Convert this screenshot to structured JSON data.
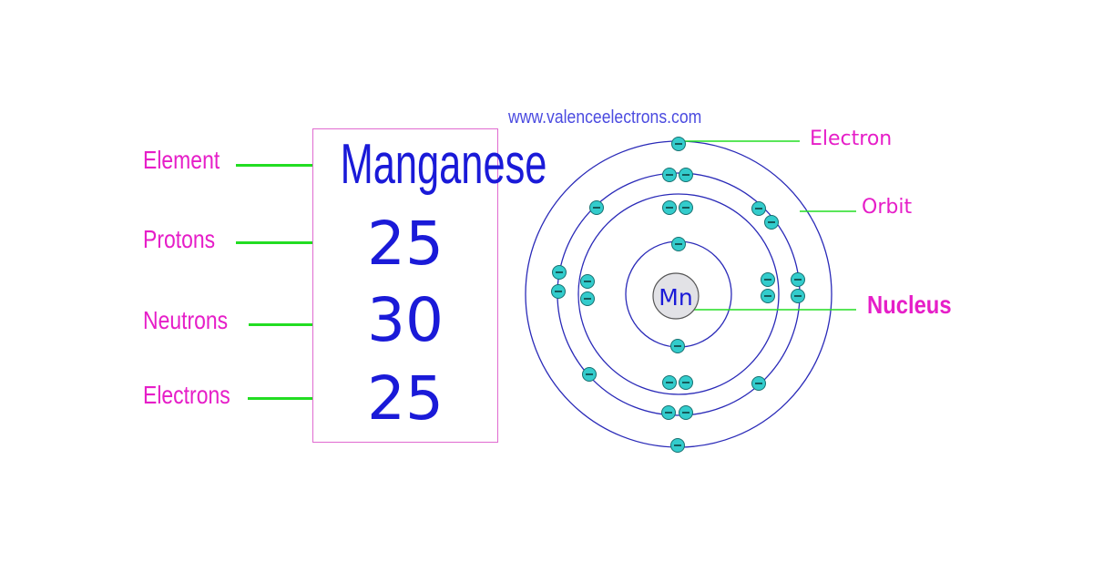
{
  "website": "www.valenceelectrons.com",
  "element_name": "Manganese",
  "left_labels": {
    "element": "Element",
    "protons": "Protons",
    "neutrons": "Neutrons",
    "electrons": "Electrons"
  },
  "values": {
    "protons": "25",
    "neutrons": "30",
    "electrons": "25"
  },
  "diagram": {
    "symbol": "Mn",
    "electron_label": "Electron",
    "orbit_label": "Orbit",
    "nucleus_label": "Nucleus",
    "shell_electron_counts": [
      2,
      8,
      13,
      2
    ],
    "electron_charge_symbol": "−"
  },
  "colors": {
    "label_magenta": "#e61ec8",
    "guide_line_green": "#22dd22",
    "value_blue": "#1a1ad8",
    "orbit_blue": "#2a2ab8",
    "electron_cyan": "#33cccc",
    "nucleus_gray": "#e2e2e6"
  }
}
